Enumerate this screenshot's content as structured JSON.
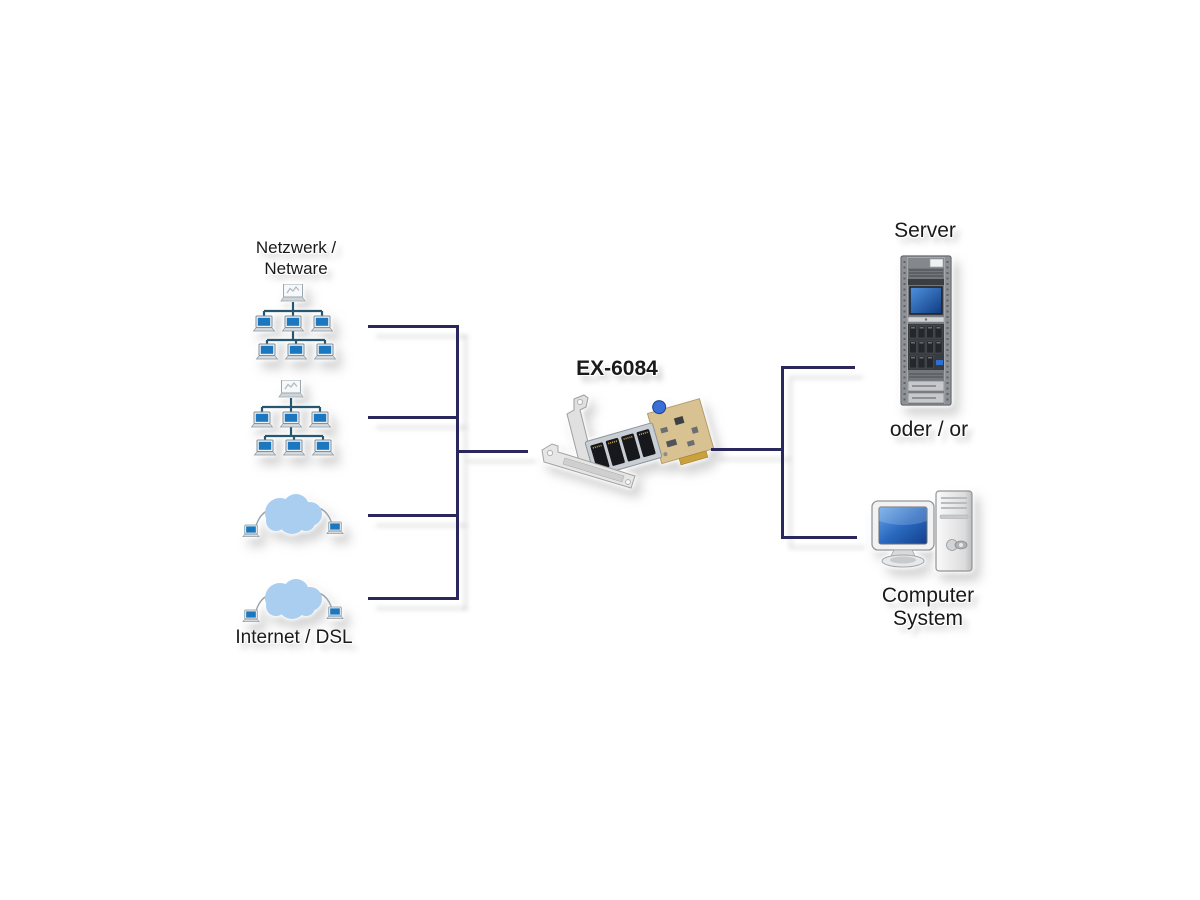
{
  "page": {
    "background": "#FFFFFF"
  },
  "diagram": {
    "labels": {
      "network_line1": "Netzwerk /",
      "network_line2": "Netware",
      "internet": "Internet / DSL",
      "card": "EX-6084",
      "server": "Server",
      "or": "oder / or",
      "computer_line1": "Computer",
      "computer_line2": "System"
    },
    "icons": {
      "network_tree_top": "network-tree-icon",
      "network_tree_bottom": "network-tree-icon",
      "internet_cloud_top": "internet-cloud-icon",
      "internet_cloud_bottom": "internet-cloud-icon",
      "lan_card": "lan-card-icon",
      "server_rack": "server-rack-icon",
      "desktop_computer": "desktop-computer-icon"
    },
    "connections": [
      "network-tree-top -> lan-card",
      "network-tree-bottom -> lan-card",
      "internet-cloud-top -> lan-card",
      "internet-cloud-bottom -> lan-card",
      "lan-card -> server-rack",
      "lan-card -> desktop-computer"
    ],
    "colors": {
      "connector_line": "#29275C",
      "cloud_fill": "#A9CEF0",
      "screen_blue": "#1E6FC4",
      "pcb_tan": "#D9C292",
      "port_black": "#17181B",
      "bracket_silver": "#E0E0E0",
      "server_gray": "#A4A8AC",
      "tree_link": "#27576F",
      "text": "#1A1A1A"
    }
  }
}
